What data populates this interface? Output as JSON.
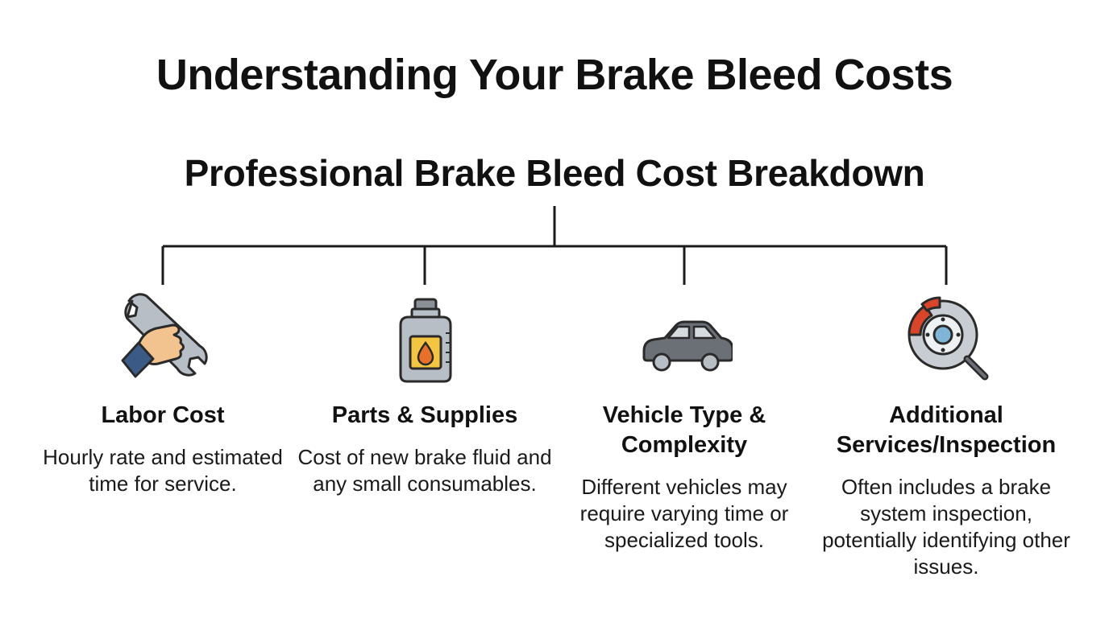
{
  "title": "Understanding Your Brake Bleed Costs",
  "subtitle": "Professional Brake Bleed Cost Breakdown",
  "items": [
    {
      "icon": "wrench-hand-icon",
      "title": "Labor Cost",
      "description": "Hourly rate and estimated time for service."
    },
    {
      "icon": "fluid-bottle-icon",
      "title": "Parts & Supplies",
      "description": "Cost of new brake fluid and any small consumables."
    },
    {
      "icon": "car-icon",
      "title": "Vehicle Type & Complexity",
      "description": "Different vehicles may require varying time or specialized tools."
    },
    {
      "icon": "brake-inspection-icon",
      "title": "Additional Services/Inspection",
      "description": "Often includes a brake system inspection, potentially identifying other issues."
    }
  ],
  "colors": {
    "text": "#111111",
    "line": "#1a1a1a",
    "skin": "#f2c38e",
    "sleeve": "#3b5a86",
    "metal": "#b8bec6",
    "fluid": "#f4c542",
    "drop": "#e8702a",
    "car": "#6b7077",
    "caliper": "#d9452b"
  }
}
